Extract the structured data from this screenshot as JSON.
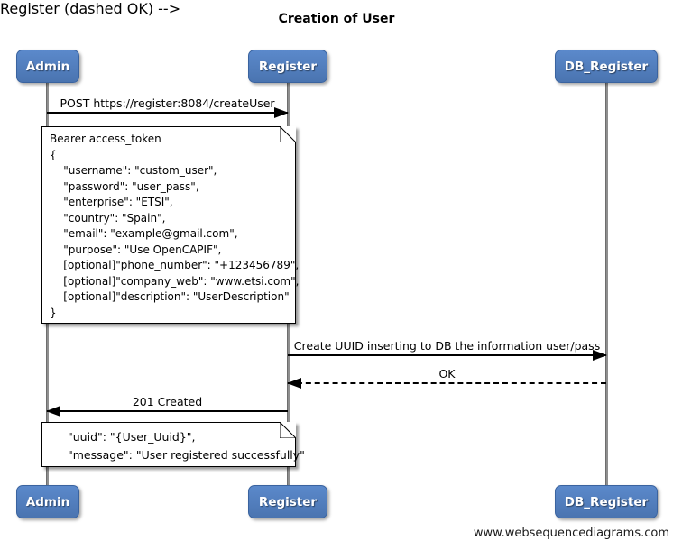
{
  "title": "Creation of User",
  "footer": "www.websequencediagrams.com",
  "actors": [
    {
      "name": "Admin"
    },
    {
      "name": "Register"
    },
    {
      "name": "DB_Register"
    }
  ],
  "messages": [
    {
      "label": "POST https://register:8084/createUser",
      "from": "Admin",
      "to": "Register",
      "style": "solid"
    },
    {
      "label": "Create UUID inserting to DB the information user/pass",
      "from": "Register",
      "to": "DB_Register",
      "style": "solid"
    },
    {
      "label": "OK",
      "from": "DB_Register",
      "to": "Register",
      "style": "dashed"
    },
    {
      "label": "201 Created",
      "from": "Register",
      "to": "Admin",
      "style": "solid"
    }
  ],
  "notes": [
    {
      "name": "request-payload",
      "lines": [
        "Bearer access_token",
        "{",
        "    \"username\": \"custom_user\",",
        "    \"password\": \"user_pass\",",
        "    \"enterprise\": \"ETSI\",",
        "    \"country\": \"Spain\",",
        "    \"email\": \"example@gmail.com\",",
        "    \"purpose\": \"Use OpenCAPIF\",",
        "    [optional]\"phone_number\": \"+123456789\",",
        "    [optional]\"company_web\": \"www.etsi.com\",",
        "    [optional]\"description\": \"UserDescription\"",
        "}"
      ]
    },
    {
      "name": "response-payload",
      "lines": [
        "\"uuid\": \"{User_Uuid}\",",
        "\"message\": \"User registered successfully\""
      ]
    }
  ],
  "colors": {
    "actor_fill": "#4d7cbe",
    "actor_border": "#3a639f",
    "lifeline": "#8f8f8f",
    "note_bg": "#ffffff",
    "line": "#000000"
  }
}
